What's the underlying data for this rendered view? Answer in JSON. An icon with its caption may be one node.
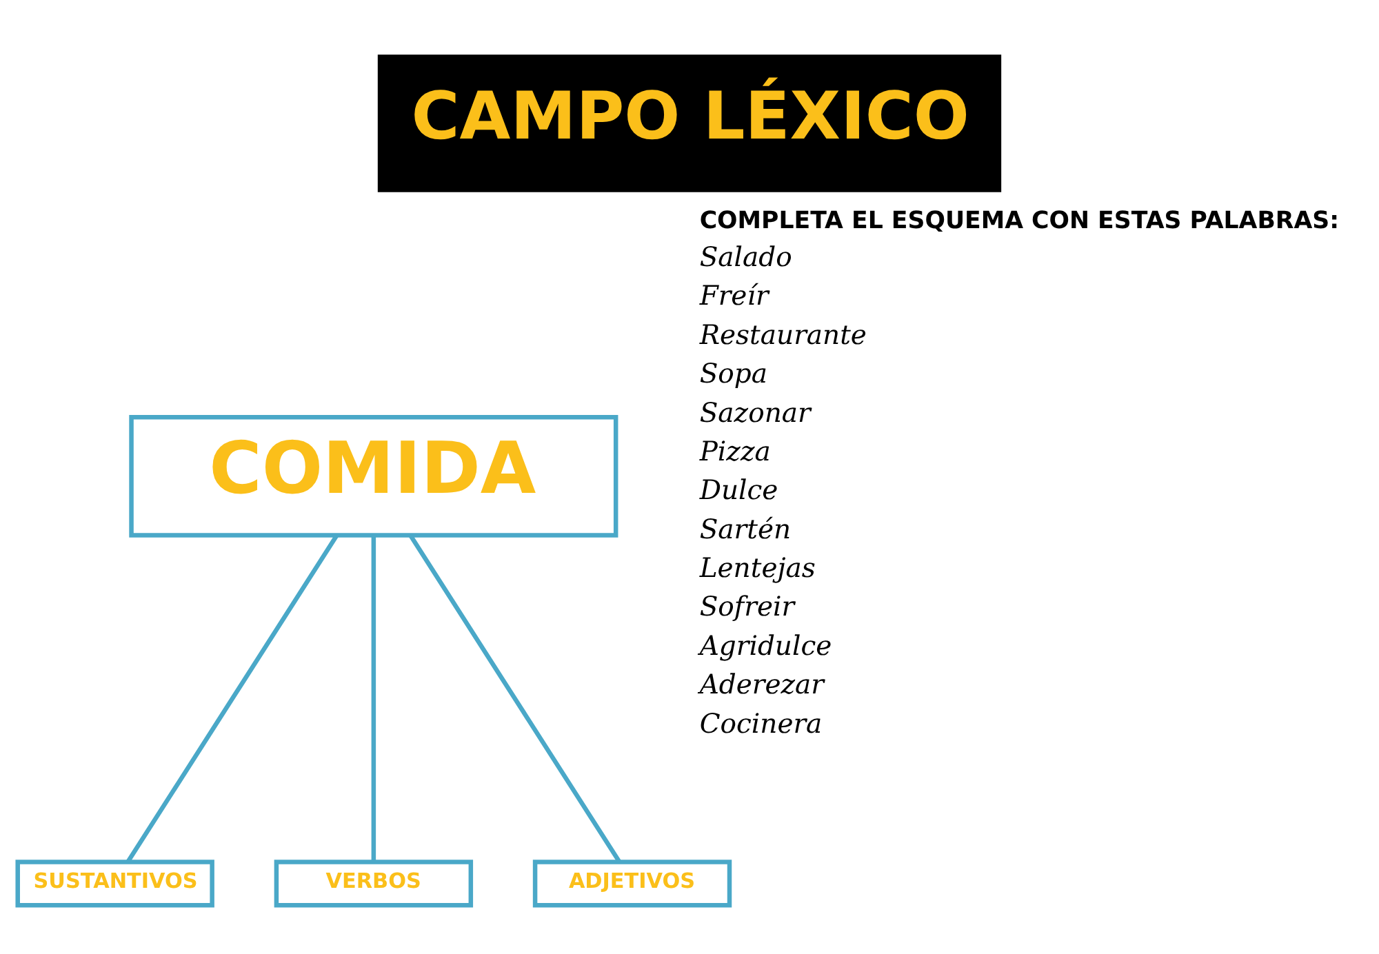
{
  "diagram": {
    "title": "CAMPO LÉXICO",
    "nodes": [
      {
        "text": [
          "COMIDA"
        ]
      },
      {
        "text": [
          "SUSTANTIVOS"
        ]
      },
      {
        "text": [
          "VERBOS"
        ]
      },
      {
        "text": [
          "ADJETIVOS"
        ]
      }
    ],
    "edges": [
      {
        "from": 0,
        "to": 1,
        "arrow": "none"
      },
      {
        "from": 0,
        "to": 2,
        "arrow": "none"
      },
      {
        "from": 0,
        "to": 3,
        "arrow": "none"
      }
    ],
    "labels": [
      "COMPLETA EL ESQUEMA CON ESTAS PALABRAS:",
      "Salado",
      "Freír",
      "Restaurante",
      "Sopa",
      "Sazonar",
      "Pizza",
      "Dulce",
      "Sartén",
      "Lentejas",
      "Sofreir",
      "Agridulce",
      "Aderezar",
      "Cocinera"
    ]
  }
}
